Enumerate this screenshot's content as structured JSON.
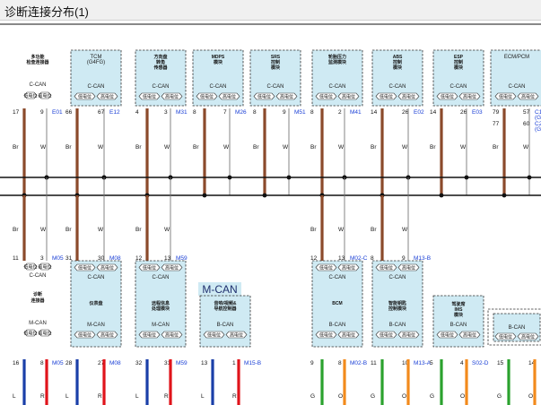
{
  "window": {
    "title": "诊断连接分布(1)"
  },
  "labels": {
    "lo_hi": [
      "低电位",
      "高电位"
    ],
    "can_bus": "C-CAN",
    "m_can": "M-CAN",
    "b_can": "B-CAN",
    "m_can_section": "M-CAN"
  },
  "top_modules": [
    {
      "id": "mfc",
      "name": "多功能\n检查连接器",
      "bus": "C-CAN",
      "boxed": false
    },
    {
      "id": "tcm",
      "name": "TCM\n(G4FG)",
      "bus": "C-CAN",
      "boxed": true
    },
    {
      "id": "steer",
      "name": "方向盘\n转角\n传感器",
      "bus": "C-CAN",
      "boxed": true
    },
    {
      "id": "mdps",
      "name": "MDPS\n模块",
      "bus": "C-CAN",
      "boxed": true
    },
    {
      "id": "srs",
      "name": "SRS\n控制\n模块",
      "bus": "C-CAN",
      "boxed": true
    },
    {
      "id": "tpms",
      "name": "轮胎压力\n监测模块",
      "bus": "C-CAN",
      "boxed": true
    },
    {
      "id": "abs",
      "name": "ABS\n控制\n模块",
      "bus": "C-CAN",
      "boxed": true
    },
    {
      "id": "esp",
      "name": "ESP\n控制\n模块",
      "bus": "C-CAN",
      "boxed": true
    },
    {
      "id": "ecm",
      "name": "ECM/PCM",
      "bus": "C-CAN",
      "boxed": true
    }
  ],
  "top_pins": [
    {
      "lo": "17",
      "hi": "9",
      "ref": "E01"
    },
    {
      "lo": "66",
      "hi": "67",
      "ref": "E12"
    },
    {
      "lo": "4",
      "hi": "3",
      "ref": "M31"
    },
    {
      "lo": "8",
      "hi": "7",
      "ref": "M26"
    },
    {
      "lo": "8",
      "hi": "9",
      "ref": "M51"
    },
    {
      "lo": "8",
      "hi": "2",
      "ref": "M41"
    },
    {
      "lo": "14",
      "hi": "26",
      "ref": "E02"
    },
    {
      "lo": "14",
      "hi": "26",
      "ref": "E03"
    },
    {
      "lo": "79",
      "hi": "57",
      "ref": "C1",
      "lo2": "77",
      "hi2": "60",
      "ref2": "C2"
    }
  ],
  "ecm_variants": [
    "(G",
    "(G"
  ],
  "wire_colors": {
    "brown": "Br",
    "white": "W",
    "blue": "L",
    "red": "R",
    "green": "G",
    "orange": "O"
  },
  "lower_pins": [
    {
      "lo": "11",
      "hi": "3",
      "ref": "M05"
    },
    {
      "lo": "31",
      "hi": "30",
      "ref": "M08"
    },
    {
      "lo": "12",
      "hi": "13",
      "ref": "M59"
    },
    {
      "lo": "12",
      "hi": "13",
      "ref": "M02-C"
    },
    {
      "lo": "8",
      "hi": "9",
      "ref": "M13-B"
    }
  ],
  "lower_modules": [
    {
      "id": "diag",
      "name": "诊断\n连接器",
      "bus_top": "C-CAN",
      "bus": "M-CAN",
      "boxed": false
    },
    {
      "id": "cluster",
      "name": "仪表盘",
      "bus_top": "C-CAN",
      "bus": "M-CAN",
      "boxed": true
    },
    {
      "id": "telematics",
      "name": "远程信息\n处理模块",
      "bus_top": "C-CAN",
      "bus": "M-CAN",
      "boxed": true
    },
    {
      "id": "av",
      "name": "音响/视频&\n导航控制器",
      "bus": "B-CAN",
      "boxed": true
    },
    {
      "id": "bcm",
      "name": "BCM",
      "bus_top": "C-CAN",
      "bus": "B-CAN",
      "boxed": true
    },
    {
      "id": "smartkey",
      "name": "智能钥匙\n控制模块",
      "bus_top": "C-CAN",
      "bus": "B-CAN",
      "boxed": true
    },
    {
      "id": "ims",
      "name": "驾驶席\nIMS\n模块",
      "bus": "B-CAN",
      "boxed": true
    },
    {
      "id": "more",
      "name": "",
      "bus": "B-CAN",
      "boxed": false
    }
  ],
  "bottom_pins": [
    {
      "lo": "16",
      "hi": "8",
      "ref": "M05"
    },
    {
      "lo": "28",
      "hi": "27",
      "ref": "M08"
    },
    {
      "lo": "32",
      "hi": "31",
      "ref": "M59"
    },
    {
      "lo": "13",
      "hi": "1",
      "ref": "M15-B"
    },
    {
      "lo": "9",
      "hi": "8",
      "ref": "M02-B"
    },
    {
      "lo": "11",
      "hi": "10",
      "ref": "M13-A"
    },
    {
      "lo": "5",
      "hi": "4",
      "ref": "S02-D"
    },
    {
      "lo": "15",
      "hi": "14",
      "ref": ""
    }
  ],
  "colors": {
    "brown": "#8b4a2b",
    "blue": "#1a3fa8",
    "red": "#e0141b",
    "green": "#2ba22e",
    "orange": "#f28a1c",
    "module_fill": "#cfeaf3",
    "bus_line": "#111111"
  }
}
